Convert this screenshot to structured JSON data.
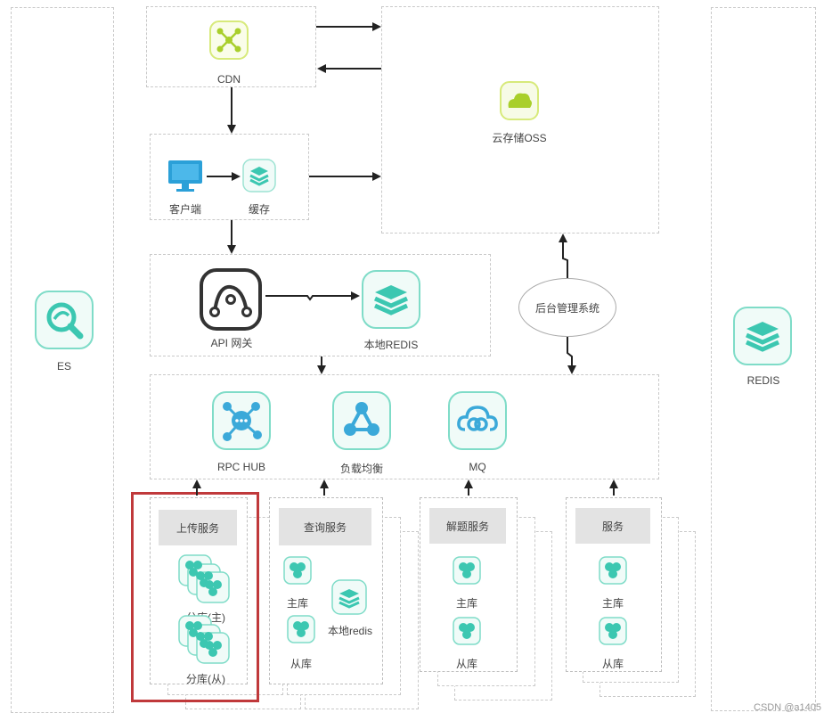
{
  "nodes": {
    "cdn": "CDN",
    "oss": "云存储OSS",
    "client": "客户端",
    "cache": "缓存",
    "api_gateway": "API 网关",
    "local_redis": "本地REDIS",
    "admin": "后台管理系统",
    "es": "ES",
    "redis": "REDIS",
    "rpc_hub": "RPC HUB",
    "load_balance": "负载均衡",
    "mq": "MQ"
  },
  "services": {
    "upload": {
      "title": "上传服务",
      "shard_master": "分库(主)",
      "shard_slave": "分库(从)"
    },
    "query": {
      "title": "查询服务",
      "master": "主库",
      "local_redis": "本地redis",
      "slave": "从库"
    },
    "decode": {
      "title": "解题服务",
      "master": "主库",
      "slave": "从库"
    },
    "other": {
      "title": "服务",
      "master": "主库",
      "slave": "从库"
    }
  },
  "watermark": "CSDN @a1405",
  "colors": {
    "accent": "#3cc7b1",
    "highlight": "#c0393b",
    "dash": "#c9c9c9"
  }
}
